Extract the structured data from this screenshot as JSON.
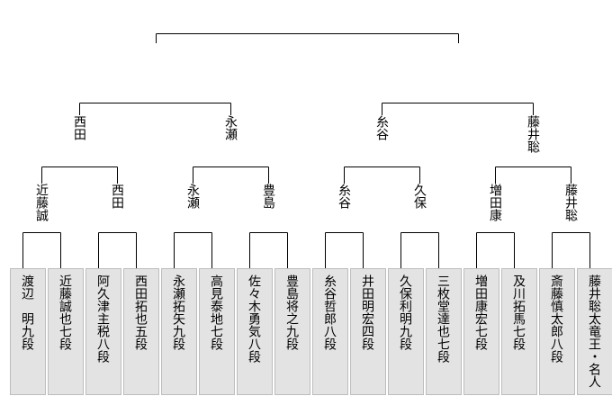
{
  "players": [
    "渡辺　明九段",
    "近藤誠也七段",
    "阿久津主税八段",
    "西田拓也五段",
    "永瀬拓矢九段",
    "高見泰地七段",
    "佐々木勇気八段",
    "豊島将之九段",
    "糸谷哲郎八段",
    "井田明宏四段",
    "久保利明九段",
    "三枚堂達也七段",
    "増田康宏七段",
    "及川拓馬七段",
    "斎藤慎太郎八段",
    "藤井聡太竜王・名人"
  ],
  "round1_winners": [
    "近藤誠",
    "西田",
    "永瀬",
    "豊島",
    "糸谷",
    "久保",
    "増田康",
    "藤井聡"
  ],
  "round2_winners": [
    "西田",
    "永瀬",
    "糸谷",
    "藤井聡"
  ]
}
